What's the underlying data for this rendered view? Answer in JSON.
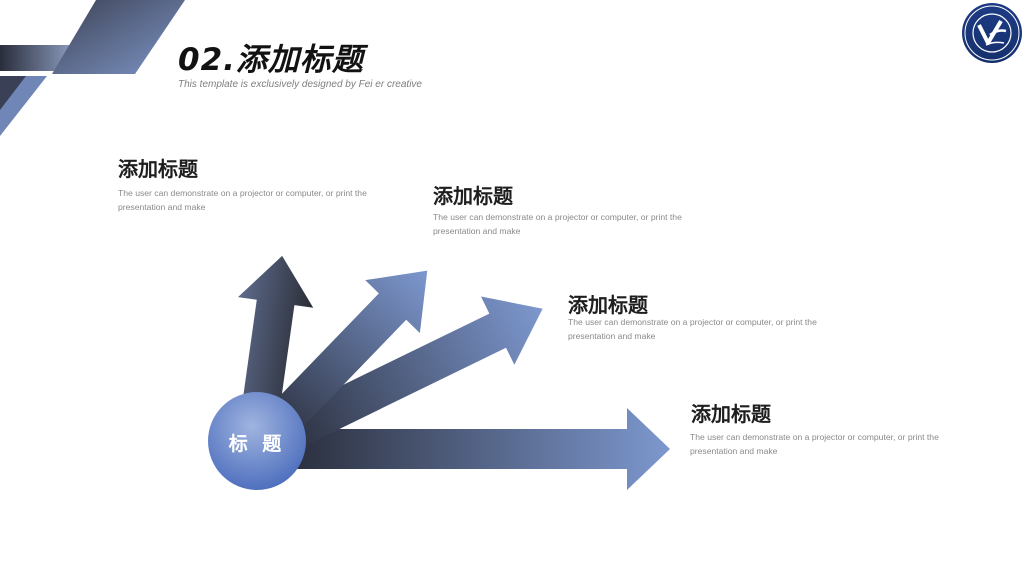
{
  "slide": {
    "title": "02.添加标题",
    "subtitle": "This template is exclusively designed by Fei er creative"
  },
  "hub": {
    "label": "标 题"
  },
  "items": [
    {
      "title": "添加标题",
      "desc": "The user can demonstrate on a projector or computer, or print the presentation and make"
    },
    {
      "title": "添加标题",
      "desc": "The user can demonstrate on a projector or computer, or print the presentation and make"
    },
    {
      "title": "添加标题",
      "desc": "The user can demonstrate on a projector or computer, or print the presentation and make"
    },
    {
      "title": "添加标题",
      "desc": "The user can demonstrate on a projector or computer, or print the presentation and make"
    }
  ],
  "colors": {
    "dark": "#2b2f3e",
    "blue": "#6f8cc4",
    "hub": "#5b7ac0"
  },
  "logo": {
    "icon": "university-emblem-icon"
  }
}
